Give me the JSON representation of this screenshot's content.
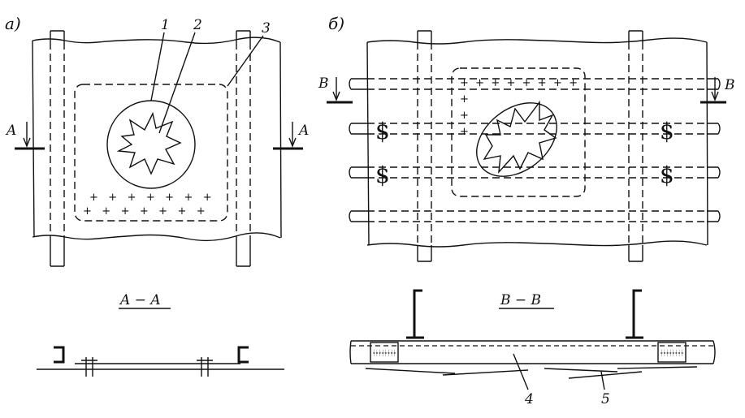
{
  "panels": {
    "a": {
      "label": "а)"
    },
    "b": {
      "label": "б)"
    }
  },
  "callouts": [
    "1",
    "2",
    "3",
    "4",
    "5"
  ],
  "section_marks": {
    "a_left": "A",
    "a_right": "A",
    "b_left": "B",
    "b_right": "B"
  },
  "section_titles": {
    "a": "A − A",
    "b": "B − B"
  },
  "plus_sign": "+",
  "plus_rows": {
    "a_row1": "+   +   +   +   +   +   +",
    "a_row2": "+   +   +   +   +   +   +",
    "b_top": "+  +  +  +  +  +  +  +"
  },
  "symbols": {
    "clamp": "$"
  }
}
